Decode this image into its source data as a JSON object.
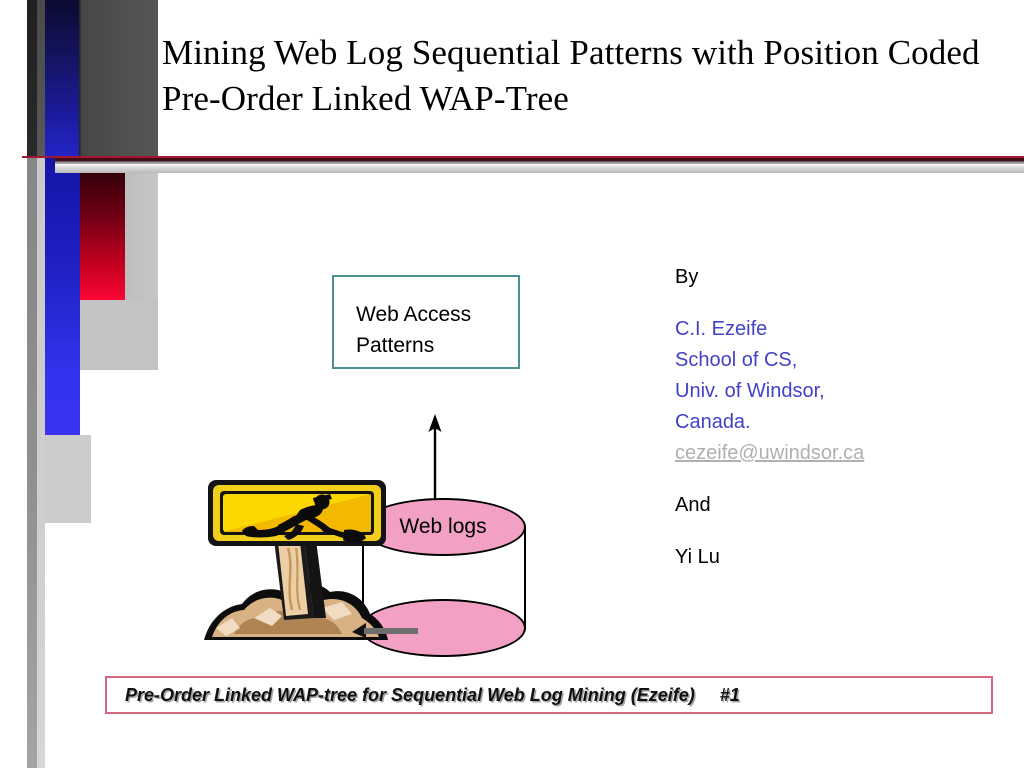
{
  "slide": {
    "title": "Mining Web Log Sequential Patterns with Position Coded Pre-Order Linked WAP-Tree",
    "background_color": "#ffffff"
  },
  "diagram": {
    "wap_box": {
      "label": "Web Access\nPatterns",
      "border_color": "#4e8f91"
    },
    "arrow": {
      "name": "upward-arrow",
      "direction": "up",
      "color": "#000000"
    },
    "cylinder": {
      "label": "Web logs",
      "fill_color": "#f2a0c4",
      "stroke_color": "#000000"
    },
    "clipart": {
      "name": "man-digging-construction-sign",
      "sign_color": "#f7d200",
      "post_color": "#e6c79a",
      "rubble_color": "#c99a6b"
    },
    "shovel_arrow_color": "#6b6b6b"
  },
  "authors": {
    "by_label": "By",
    "lines": [
      "C.I. Ezeife",
      "School of CS,",
      "Univ. of Windsor,",
      "Canada."
    ],
    "email": "cezeife@uwindsor.ca",
    "and_label": "And",
    "second_author": "Yi  Lu",
    "blue_color": "#4242c8",
    "link_color": "#b0b0b0"
  },
  "footer": {
    "text": "Pre-Order Linked WAP-tree for Sequential Web Log Mining (Ezeife)     #1",
    "border_color": "#d4687e"
  },
  "decor": {
    "navy_color": "#1c1ca0",
    "blue_color": "#3333ee",
    "red_color": "#e1002a",
    "gray_color": "#a9a9a9",
    "divider_color": "#9e1a33"
  }
}
